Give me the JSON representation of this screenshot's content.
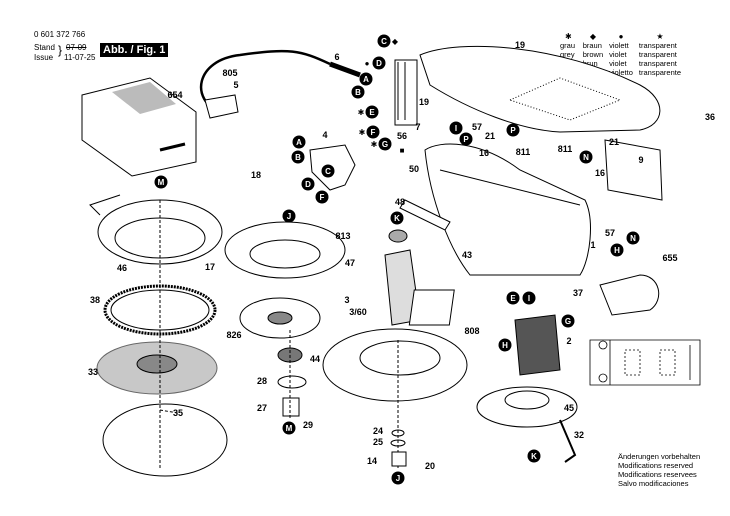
{
  "header": {
    "part_number": "0 601 372 766",
    "stand_label": "Stand",
    "issue_label": "Issue",
    "old_date": "07-09",
    "date": "11-07-25",
    "figure_label": "Abb. / Fig. 1"
  },
  "legend": {
    "symbols": [
      "✱",
      "◆",
      "●",
      "★"
    ],
    "rows": [
      [
        "grau",
        "braun",
        "violett",
        "transparent"
      ],
      [
        "grey",
        "brown",
        "violet",
        "transparent"
      ],
      [
        "gris",
        "brun",
        "violet",
        "transparent"
      ],
      [
        "grigo",
        "bruno",
        "violetto",
        "transparente"
      ]
    ]
  },
  "notes": [
    "Änderungen vorbehalten",
    "Modifications reserved",
    "Modifications reservees",
    "Salvo modificaciones"
  ],
  "part_labels": [
    "654",
    "805",
    "5",
    "6",
    "4",
    "18",
    "17",
    "46",
    "38",
    "33",
    "35",
    "47",
    "813",
    "3",
    "3/60",
    "826",
    "44",
    "28",
    "27",
    "29",
    "24",
    "25",
    "14",
    "20",
    "19",
    "36",
    "19",
    "56",
    "7",
    "57",
    "21",
    "16",
    "811",
    "811",
    "21",
    "16",
    "9",
    "50",
    "48",
    "1",
    "43",
    "57",
    "655",
    "37",
    "808",
    "2",
    "45",
    "32"
  ],
  "callouts": [
    "C",
    "D",
    "A",
    "B",
    "E",
    "F",
    "G",
    "A",
    "B",
    "C",
    "D",
    "F",
    "M",
    "J",
    "K",
    "M",
    "J",
    "K",
    "I",
    "P",
    "P",
    "N",
    "H",
    "N",
    "E",
    "I",
    "G",
    "H"
  ],
  "markers": [
    "◆",
    "●",
    "✱",
    "✱",
    "✱",
    "■"
  ],
  "colors": {
    "ink": "#000000",
    "paper": "#ffffff",
    "shade": "#9a9a9a"
  }
}
